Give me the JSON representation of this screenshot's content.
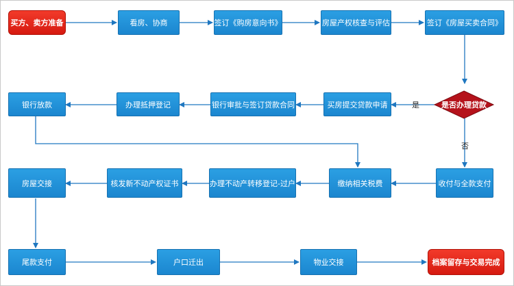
{
  "nodes": {
    "prep": "买方、卖方准备",
    "view": "看房、协商",
    "intent": "签订《购房意向书》",
    "verify": "房屋产权核查与评估",
    "contract": "签订《房屋买卖合同》",
    "decision": "是否办理贷款",
    "apply": "买房提交贷款申请",
    "approve": "银行审批与签订贷款合同",
    "mortgage": "办理抵押登记",
    "lend": "银行放款",
    "full_pay": "收付与全款支付",
    "tax": "缴纳相关税费",
    "transfer": "办理不动产转移登记-过户",
    "cert": "核发新不动产权证书",
    "handover": "房屋交接",
    "final_pay": "尾款支付",
    "hukou": "户口迁出",
    "property": "物业交接",
    "archive": "档案留存与交易完成"
  },
  "edge_labels": {
    "yes": "是",
    "no": "否"
  },
  "colors": {
    "process": "#1b86cf",
    "terminal": "#e0261a",
    "decision": "#b5121b",
    "edge": "#1f77c0"
  }
}
